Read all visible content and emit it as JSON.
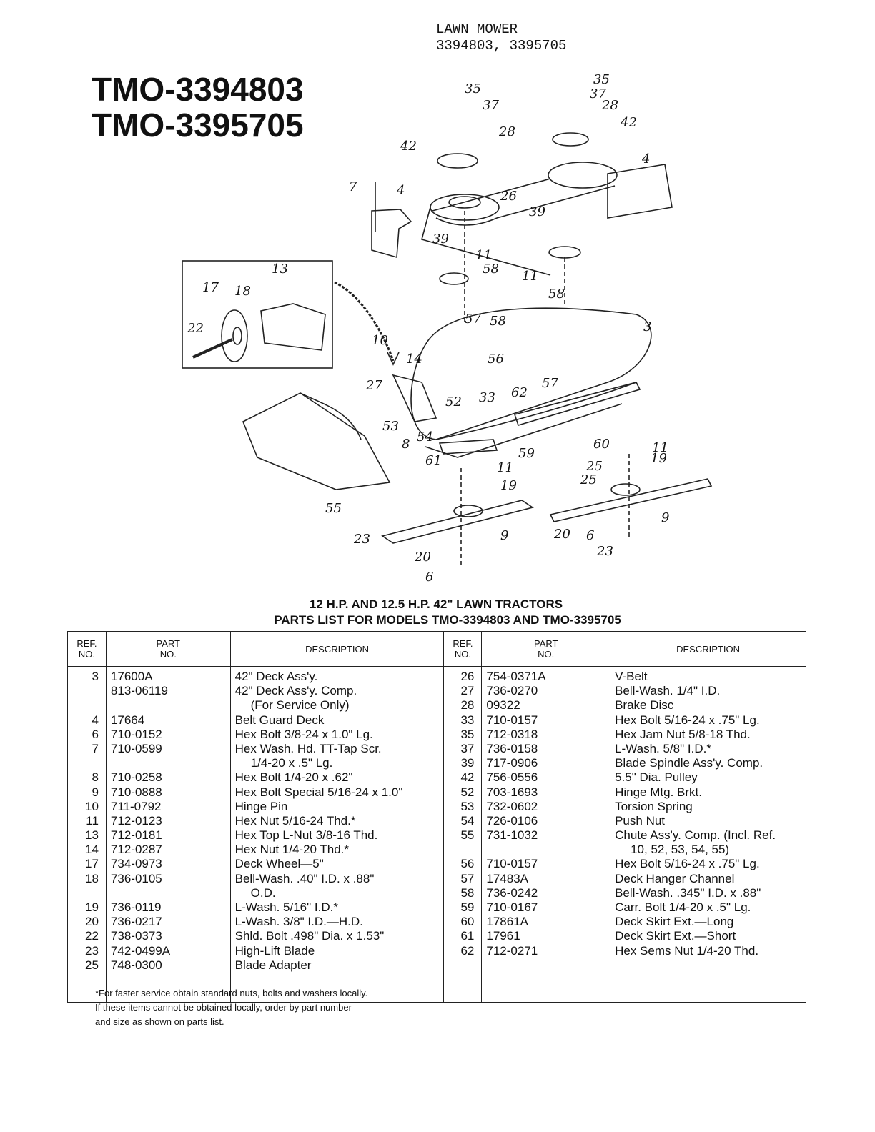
{
  "header": {
    "line1": "LAWN MOWER",
    "line2": "3394803, 3395705"
  },
  "models": [
    "TMO-3394803",
    "TMO-3395705"
  ],
  "diagram_labels": [
    "35",
    "37",
    "28",
    "42",
    "35",
    "37",
    "28",
    "42",
    "4",
    "7",
    "4",
    "26",
    "39",
    "39",
    "11",
    "58",
    "11",
    "58",
    "13",
    "17",
    "18",
    "22",
    "10",
    "57",
    "58",
    "3",
    "56",
    "14",
    "27",
    "33",
    "62",
    "57",
    "52",
    "53",
    "54",
    "8",
    "60",
    "61",
    "59",
    "11",
    "19",
    "25",
    "55",
    "19",
    "11",
    "25",
    "9",
    "23",
    "9",
    "20",
    "6",
    "23",
    "20",
    "6"
  ],
  "titles": {
    "line1": "12 H.P. AND 12.5 H.P. 42\" LAWN TRACTORS",
    "line2": "PARTS LIST FOR MODELS TMO-3394803 AND TMO-3395705"
  },
  "table": {
    "headers": {
      "ref": [
        "REF.",
        "NO."
      ],
      "part": [
        "PART",
        "NO."
      ],
      "desc": "DESCRIPTION"
    },
    "left": {
      "refs": [
        "3",
        "",
        "",
        "4",
        "6",
        "7",
        "",
        "8",
        "9",
        "10",
        "11",
        "13",
        "14",
        "17",
        "18",
        "",
        "19",
        "20",
        "22",
        "23",
        "25"
      ],
      "parts": [
        "17600A",
        "813-06119",
        "",
        "17664",
        "710-0152",
        "710-0599",
        "",
        "710-0258",
        "710-0888",
        "711-0792",
        "712-0123",
        "712-0181",
        "712-0287",
        "734-0973",
        "736-0105",
        "",
        "736-0119",
        "736-0217",
        "738-0373",
        "742-0499A",
        "748-0300"
      ],
      "descs": [
        "42\" Deck Ass'y.",
        "42\" Deck Ass'y. Comp.",
        "(For Service Only)",
        "Belt Guard Deck",
        "Hex Bolt 3/8-24 x 1.0\" Lg.",
        "Hex Wash. Hd. TT-Tap Scr.",
        "1/4-20 x .5\" Lg.",
        "Hex Bolt 1/4-20 x .62\"",
        "Hex Bolt Special 5/16-24 x 1.0\"",
        "Hinge Pin",
        "Hex Nut 5/16-24 Thd.*",
        "Hex Top L-Nut 3/8-16 Thd.",
        "Hex Nut 1/4-20 Thd.*",
        "Deck Wheel—5\"",
        "Bell-Wash. .40\" I.D. x .88\"",
        "O.D.",
        "L-Wash. 5/16\" I.D.*",
        "L-Wash. 3/8\" I.D.—H.D.",
        "Shld. Bolt .498\" Dia. x 1.53\"",
        "High-Lift Blade",
        "Blade Adapter"
      ]
    },
    "right": {
      "refs": [
        "26",
        "27",
        "28",
        "33",
        "35",
        "37",
        "39",
        "42",
        "52",
        "53",
        "54",
        "55",
        "",
        "56",
        "57",
        "58",
        "59",
        "60",
        "61",
        "62"
      ],
      "parts": [
        "754-0371A",
        "736-0270",
        "09322",
        "710-0157",
        "712-0318",
        "736-0158",
        "717-0906",
        "756-0556",
        "703-1693",
        "732-0602",
        "726-0106",
        "731-1032",
        "",
        "710-0157",
        "17483A",
        "736-0242",
        "710-0167",
        "17861A",
        "17961",
        "712-0271"
      ],
      "descs": [
        "V-Belt",
        "Bell-Wash. 1/4\" I.D.",
        "Brake Disc",
        "Hex Bolt 5/16-24 x .75\" Lg.",
        "Hex Jam Nut 5/8-18 Thd.",
        "L-Wash. 5/8\" I.D.*",
        "Blade Spindle Ass'y. Comp.",
        "5.5\" Dia. Pulley",
        "Hinge Mtg. Brkt.",
        "Torsion Spring",
        "Push Nut",
        "Chute Ass'y. Comp. (Incl. Ref.",
        "10, 52, 53, 54, 55)",
        "Hex Bolt 5/16-24 x .75\" Lg.",
        "Deck Hanger Channel",
        "Bell-Wash. .345\" I.D. x .88\"",
        "Carr. Bolt 1/4-20 x .5\" Lg.",
        "Deck Skirt Ext.—Long",
        "Deck Skirt Ext.—Short",
        "Hex Sems Nut 1/4-20 Thd."
      ]
    }
  },
  "footnote": [
    "*For faster service obtain standard nuts, bolts and washers locally.",
    "If these items cannot be obtained locally, order by part number",
    "and size as shown on parts list."
  ]
}
